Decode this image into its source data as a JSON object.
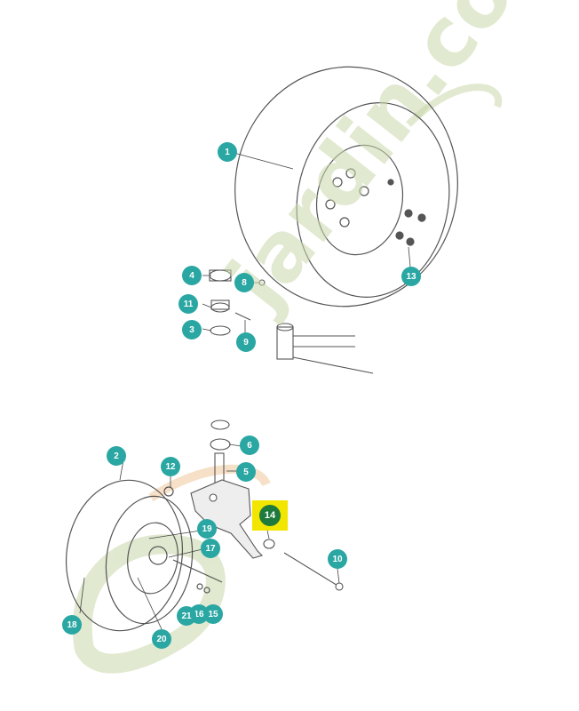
{
  "watermark": {
    "text": "jardin.com",
    "color": "#c8d7aa"
  },
  "callouts": [
    {
      "id": "c1",
      "label": "1"
    },
    {
      "id": "c2",
      "label": "2"
    },
    {
      "id": "c3",
      "label": "3"
    },
    {
      "id": "c4",
      "label": "4"
    },
    {
      "id": "c5",
      "label": "5"
    },
    {
      "id": "c6",
      "label": "6"
    },
    {
      "id": "c8",
      "label": "8"
    },
    {
      "id": "c9",
      "label": "9"
    },
    {
      "id": "c10",
      "label": "10"
    },
    {
      "id": "c11",
      "label": "11"
    },
    {
      "id": "c12",
      "label": "12"
    },
    {
      "id": "c13",
      "label": "13"
    },
    {
      "id": "c15",
      "label": "15"
    },
    {
      "id": "c16",
      "label": "16"
    },
    {
      "id": "c17",
      "label": "17"
    },
    {
      "id": "c18",
      "label": "18"
    },
    {
      "id": "c19",
      "label": "19"
    },
    {
      "id": "c20",
      "label": "20"
    },
    {
      "id": "c21",
      "label": "21"
    }
  ],
  "highlight": {
    "label": "14",
    "box_color": "#f2e600",
    "circle_color": "#1f7a3e"
  },
  "colors": {
    "callout": "#2aa7a3",
    "line": "#444444"
  }
}
